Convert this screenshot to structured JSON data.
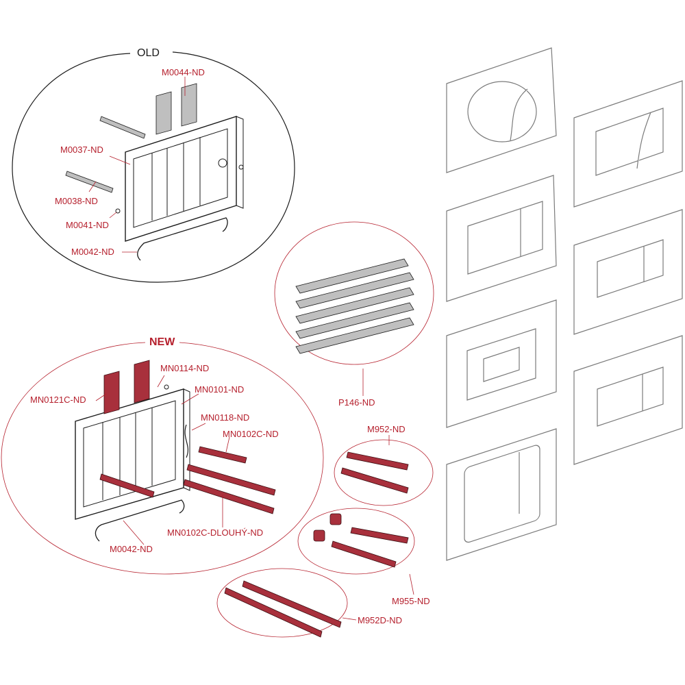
{
  "groups": {
    "old": "OLD",
    "new": "NEW"
  },
  "labels": {
    "m0044": "M0044-ND",
    "m0037": "M0037-ND",
    "m0038": "M0038-ND",
    "m0041": "M0041-ND",
    "m0042_old": "M0042-ND",
    "mn0114": "MN0114-ND",
    "mn0121c": "MN0121C-ND",
    "mn0101": "MN0101-ND",
    "mn0118": "MN0118-ND",
    "mn0102c": "MN0102C-ND",
    "mn0102c_dlouhy": "MN0102C-DLOUHÝ-ND",
    "m0042_new": "M0042-ND",
    "p146": "P146-ND",
    "m952": "M952-ND",
    "m955": "M955-ND",
    "m952d": "M952D-ND"
  },
  "colors": {
    "accent_red": "#b51f2c",
    "part_red": "#a8303c",
    "line_black": "#1a1a1a",
    "plate_grey": "#7a7a7a"
  }
}
